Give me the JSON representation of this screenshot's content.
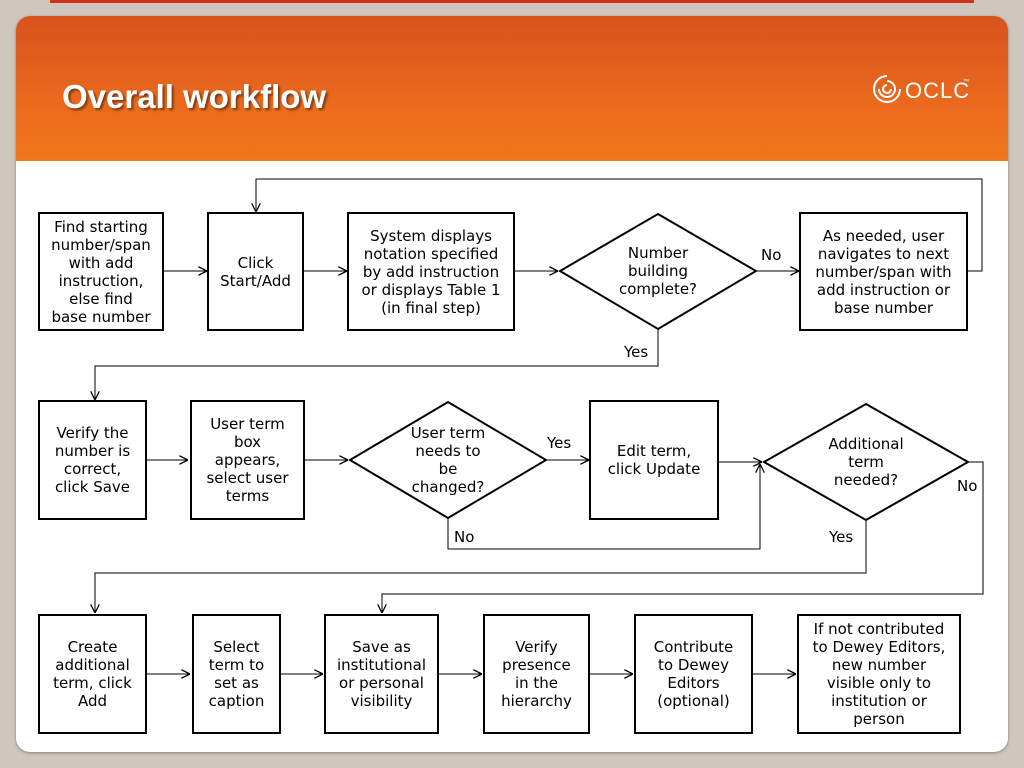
{
  "slide": {
    "title": "Overall workflow",
    "logo_text": "OCLC",
    "logo_tm": "™",
    "logo_icon": "oclc-spiral-icon",
    "accent_color": "#e8681d"
  },
  "flowchart": {
    "nodes": {
      "find_start": "Find starting\nnumber/span\nwith add\ninstruction,\nelse find\nbase number",
      "click_start": "Click\nStart/Add",
      "system_displays": "System displays\nnotation specified\nby add instruction\nor displays Table 1\n(in final step)",
      "number_complete": "Number\nbuilding\ncomplete?",
      "user_navigates": "As needed, user\nnavigates to next\nnumber/span with\nadd instruction or\nbase number",
      "verify_number": "Verify the\nnumber is\ncorrect,\nclick Save",
      "user_term_box": "User term\nbox\nappears,\nselect user\nterms",
      "term_changed": "User term\nneeds to\nbe\nchanged?",
      "edit_term": "Edit term,\nclick Update",
      "additional_term": "Additional\nterm\nneeded?",
      "create_term": "Create\nadditional\nterm, click\nAdd",
      "select_caption": "Select\nterm to\nset as\ncaption",
      "save_visibility": "Save as\ninstitutional\nor personal\nvisibility",
      "verify_hierarchy": "Verify\npresence\nin the\nhierarchy",
      "contribute": "Contribute\nto Dewey\nEditors\n(optional)",
      "not_contributed": "If not contributed\nto Dewey Editors,\nnew number\nvisible only to\ninstitution or\nperson"
    },
    "edge_labels": {
      "complete_no": "No",
      "complete_yes": "Yes",
      "changed_yes": "Yes",
      "changed_no": "No",
      "additional_no": "No",
      "additional_yes": "Yes"
    }
  }
}
